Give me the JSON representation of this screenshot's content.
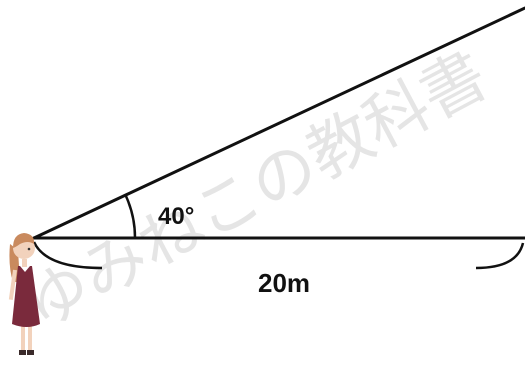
{
  "diagram": {
    "angle_label": "40°",
    "distance_label": "20m",
    "angle_degrees": 40,
    "distance_meters": 20
  },
  "watermark": {
    "text": "ゆみねこの教科書"
  },
  "colors": {
    "line": "#111111",
    "background": "#ffffff",
    "watermark": "#d0d0d0",
    "dress": "#7a2a3c",
    "hair": "#c98a5e",
    "skin": "#f2d2bc"
  },
  "icons": {
    "observer": "girl-figure-icon"
  }
}
